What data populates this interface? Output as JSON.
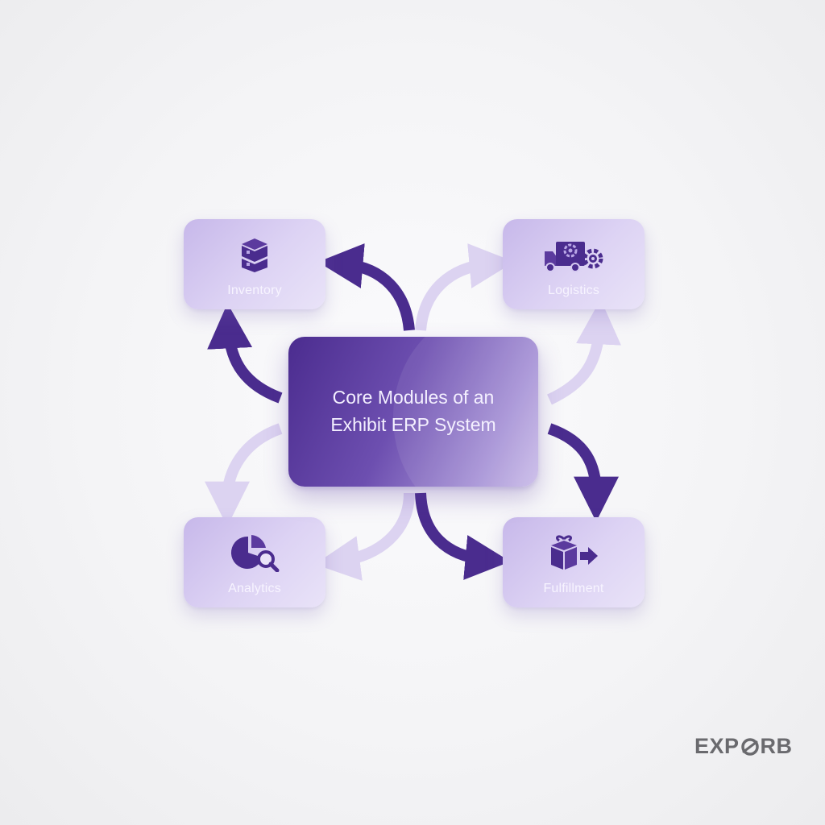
{
  "diagram": {
    "center": {
      "title_line1": "Core Modules of an",
      "title_line2": "Exhibit ERP System"
    },
    "modules": {
      "inventory": {
        "label": "Inventory",
        "icon": "stacked-boxes-icon"
      },
      "logistics": {
        "label": "Logistics",
        "icon": "delivery-truck-gears-icon"
      },
      "analytics": {
        "label": "Analytics",
        "icon": "pie-chart-magnifier-icon"
      },
      "fulfillment": {
        "label": "Fulfillment",
        "icon": "gift-box-export-icon"
      }
    },
    "colors": {
      "primary": "#4b2c8f",
      "arrow_dark": "#4a2c8e",
      "arrow_light": "#d9cff0",
      "module_bg": "#d6cbf1"
    }
  },
  "branding": {
    "prefix": "EXP",
    "suffix": "RB"
  }
}
